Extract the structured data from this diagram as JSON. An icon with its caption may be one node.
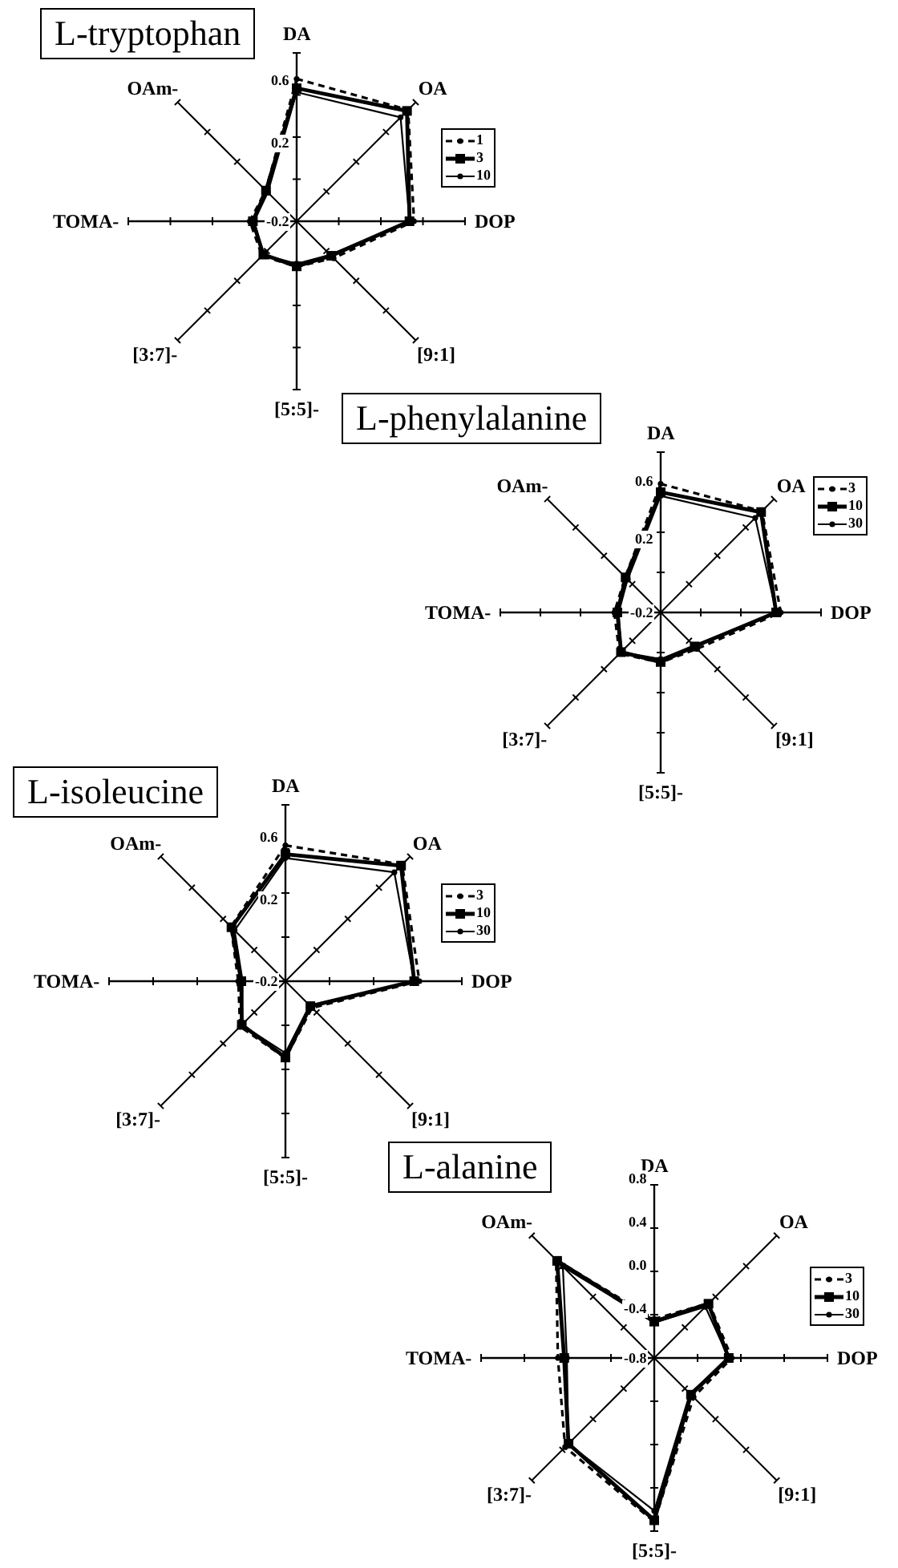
{
  "diagram": {
    "nodes": [
      {
        "text": [
          "L-tryptophan"
        ]
      },
      {
        "text": [
          "L-phenylalanine"
        ]
      },
      {
        "text": [
          "L-isoleucine"
        ]
      },
      {
        "text": [
          "L-alanine"
        ]
      }
    ],
    "edges": [],
    "labels": [
      "DA",
      "OAm-",
      "0.6",
      "OA",
      "0.2",
      "TOMA-",
      "-0.2",
      "DOP",
      "[3:7]-",
      "[9:1]",
      "[5:5]-",
      "DA",
      "OAm-",
      "0.6",
      "OA",
      "0.2",
      "TOMA-",
      "-0.2",
      "DOP",
      "[3:7]-",
      "[9:1]",
      "[5:5]-",
      "DA",
      "OAm-",
      "0.6",
      "OA",
      "0.2",
      "TOMA-",
      "-0.2",
      "DOP",
      "[3:7]-",
      "[9:1]",
      "[5:5]-",
      "DA",
      "0.8",
      "OAm-",
      "0.4",
      "OA",
      "0.0",
      "-0.4",
      "TOMA-",
      "-0.8",
      "DOP",
      "[3:7]-",
      "[9:1]",
      "[5:5]-"
    ],
    "legend": [
      {
        "text": "1"
      },
      {
        "text": "3"
      },
      {
        "text": "10"
      },
      {
        "text": "3"
      },
      {
        "text": "10"
      },
      {
        "text": "30"
      },
      {
        "text": "3"
      },
      {
        "text": "10"
      },
      {
        "text": "30"
      },
      {
        "text": "3"
      },
      {
        "text": "10"
      },
      {
        "text": "30"
      }
    ]
  }
}
